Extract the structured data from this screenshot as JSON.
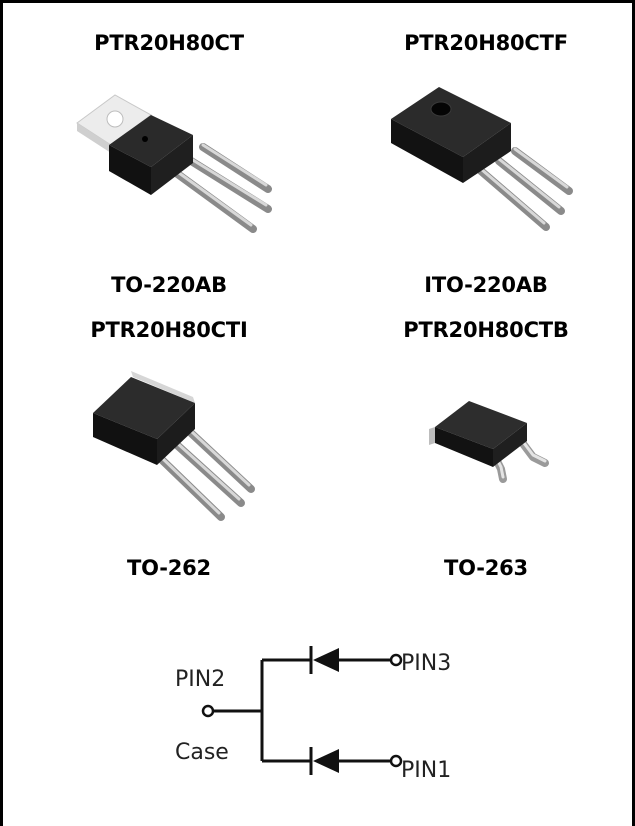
{
  "packages": [
    {
      "part": "PTR20H80CT",
      "package": "TO-220AB",
      "image": "to220-package-icon"
    },
    {
      "part": "PTR20H80CTF",
      "package": "ITO-220AB",
      "image": "ito220-package-icon"
    },
    {
      "part": "PTR20H80CTI",
      "package": "TO-262",
      "image": "to262-package-icon"
    },
    {
      "part": "PTR20H80CTB",
      "package": "TO-263",
      "image": "to263-package-icon"
    }
  ],
  "schematic": {
    "pin2_label": "PIN2",
    "case_label": "Case",
    "pin3_label": "PIN3",
    "pin1_label": "PIN1"
  },
  "colors": {
    "border": "#000000",
    "text": "#000000",
    "body_dark": "#1a1a1a",
    "lead": "#b0b0b0",
    "tab": "#e8e8e8"
  }
}
